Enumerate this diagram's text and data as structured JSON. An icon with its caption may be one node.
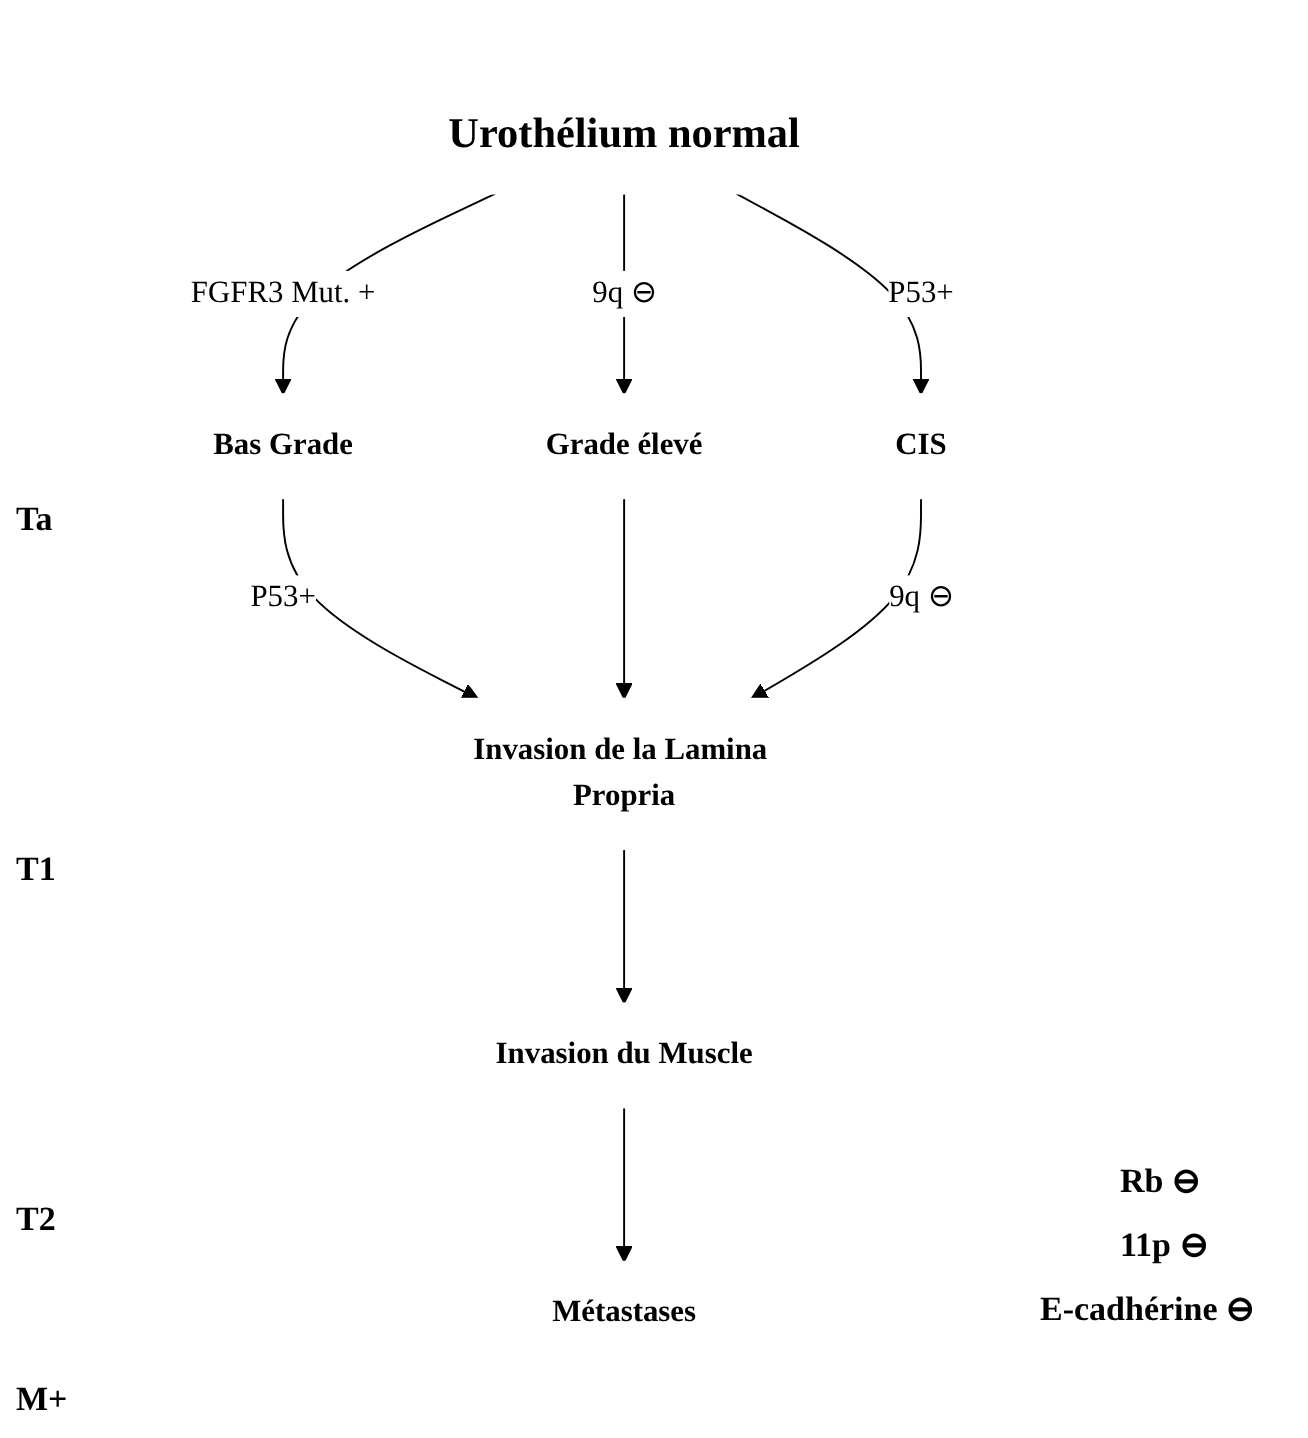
{
  "diagram": {
    "nodes": [
      {
        "text": [
          "Urothélium normal"
        ]
      },
      {
        "text": [
          "Bas Grade"
        ]
      },
      {
        "text": [
          "Grade élevé"
        ]
      },
      {
        "text": [
          "CIS"
        ]
      },
      {
        "text": [
          "Invasion de la Lamina Propria"
        ]
      },
      {
        "text": [
          "Invasion du Muscle"
        ]
      },
      {
        "text": [
          "Métastases"
        ]
      }
    ],
    "edges": [
      {
        "from": 0,
        "to": 1,
        "label": "FGFR3 Mut. +",
        "arrow": "to"
      },
      {
        "from": 0,
        "to": 2,
        "label": "9q ⊖",
        "arrow": "to"
      },
      {
        "from": 0,
        "to": 3,
        "label": "P53+",
        "arrow": "to"
      },
      {
        "from": 1,
        "to": 4,
        "label": "P53+",
        "arrow": "to"
      },
      {
        "from": 2,
        "to": 4,
        "arrow": "to"
      },
      {
        "from": 3,
        "to": 4,
        "label": "9q ⊖",
        "arrow": "to"
      },
      {
        "from": 4,
        "to": 5,
        "arrow": "to"
      },
      {
        "from": 5,
        "to": 6,
        "arrow": "to"
      }
    ],
    "labels": [
      "Ta",
      "T1",
      "Rb ⊖",
      "T2",
      "11p ⊖",
      "E-cadhérine ⊖",
      "M+"
    ]
  }
}
